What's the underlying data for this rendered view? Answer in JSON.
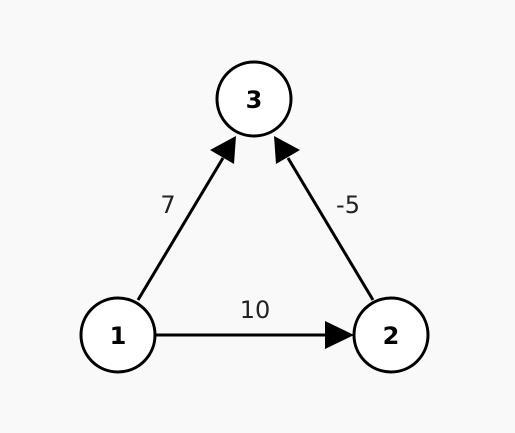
{
  "graph": {
    "directed": true,
    "nodes": [
      {
        "id": "1",
        "label": "1"
      },
      {
        "id": "2",
        "label": "2"
      },
      {
        "id": "3",
        "label": "3"
      }
    ],
    "edges": [
      {
        "from": "1",
        "to": "2",
        "weight": "10"
      },
      {
        "from": "1",
        "to": "3",
        "weight": "7"
      },
      {
        "from": "2",
        "to": "3",
        "weight": "-5"
      }
    ]
  },
  "colors": {
    "background": "#f9f9f9",
    "node_fill": "#ffffff",
    "stroke": "#000000"
  }
}
